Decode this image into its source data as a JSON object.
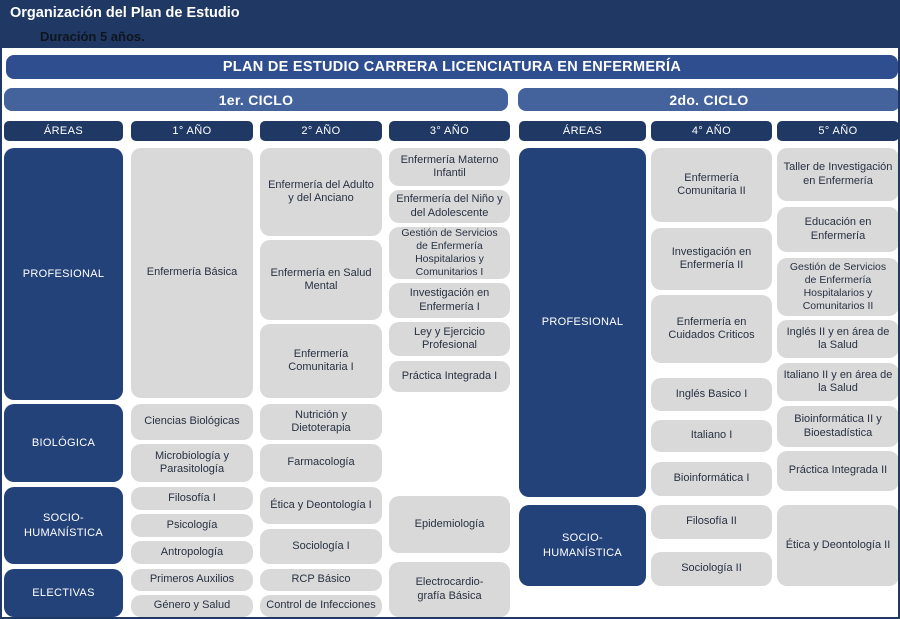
{
  "header": {
    "top_title": "Organización del Plan de Estudio",
    "duration": "Duración 5 años.",
    "plan_title": "PLAN DE ESTUDIO CARRERA LICENCIATURA EN ENFERMERÍA"
  },
  "cycle1": {
    "title": "1er. CICLO",
    "col_headers": [
      "ÁREAS",
      "1° AÑO",
      "2° AÑO",
      "3° AÑO"
    ],
    "areas": [
      "PROFESIONAL",
      "BIOLÓGICA",
      "SOCIO-\nHUMANÍSTICA",
      "ELECTIVAS"
    ],
    "year1_courses": [
      "Enfermería Básica",
      "Ciencias Biológicas",
      "Microbiología y Parasitología",
      "Filosofía I",
      "Psicología",
      "Antropología",
      "Primeros Auxilios",
      "Género y Salud"
    ],
    "year2_courses": [
      "Enfermería del Adulto y del Anciano",
      "Enfermería en Salud Mental",
      "Enfermería Comunitaria I",
      "Nutrición y Dietoterapia",
      "Farmacología",
      "Ética y Deontología I",
      "Sociología I",
      "RCP Básico",
      "Control de Infecciones"
    ],
    "year3_courses": [
      "Enfermería Materno Infantil",
      "Enfermería del Niño y del Adolescente",
      "Gestión de Servicios de Enfermería Hospitalarios y Comunitarios I",
      "Investigación en Enfermería I",
      "Ley y Ejercicio Profesional",
      "Práctica Integrada I",
      "Epidemiología",
      "Electrocardio-\ngrafía Básica"
    ]
  },
  "cycle2": {
    "title": "2do. CICLO",
    "col_headers": [
      "ÁREAS",
      "4° AÑO",
      "5° AÑO"
    ],
    "areas": [
      "PROFESIONAL",
      "SOCIO-\nHUMANÍSTICA"
    ],
    "year4_courses": [
      "Enfermería Comunitaria II",
      "Investigación en Enfermería II",
      "Enfermería en Cuidados Criticos",
      "Inglés Basico I",
      "Italiano I",
      "Bioinformática I",
      "Filosofía II",
      "Sociología II"
    ],
    "year5_courses": [
      "Taller de Investigación en Enfermería",
      "Educación en Enfermería",
      "Gestión de Servicios de Enfermería Hospitalarios y Comunitarios II",
      "Inglés II y en área de la Salud",
      "Italiano II y en área de la Salud",
      "Bioinformática II y Bioestadística",
      "Práctica Integrada II",
      "Ética y Deontología II"
    ]
  },
  "colors": {
    "navy_dark": "#1f3864",
    "title_bar_blue": "#2e4e8f",
    "cycle_bar_blue": "#44639c",
    "area_navy": "#24427a",
    "course_bg": "#d9d9d9",
    "course_text": "#273142"
  }
}
